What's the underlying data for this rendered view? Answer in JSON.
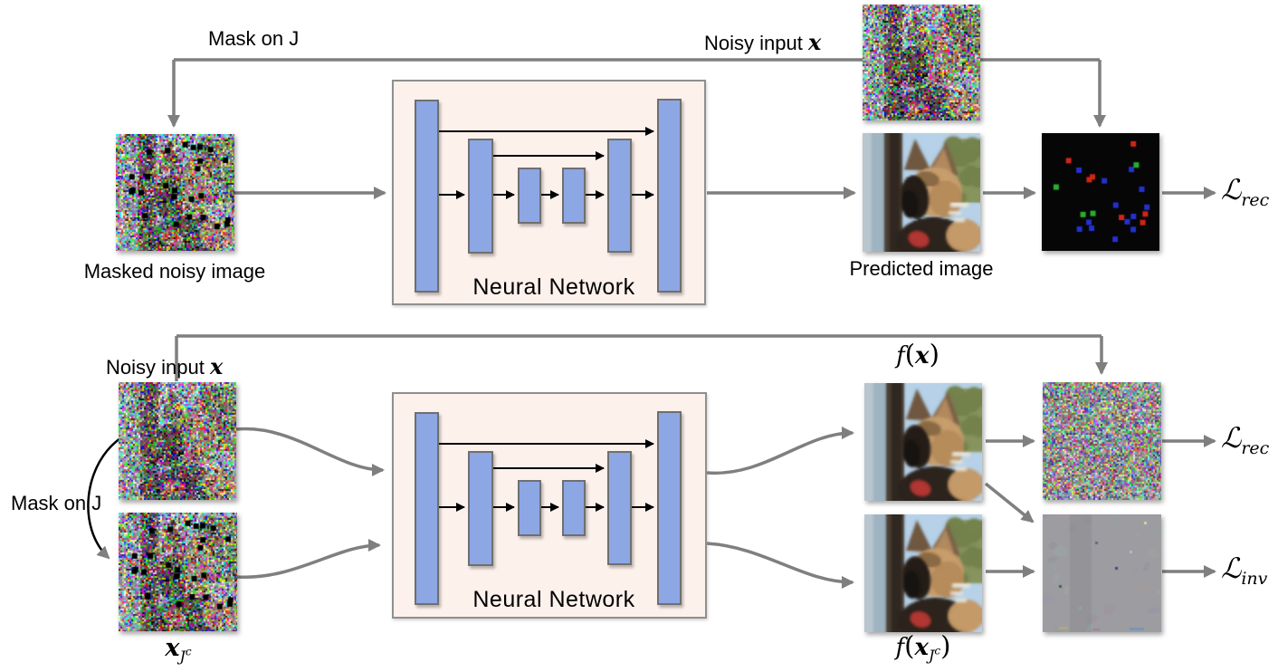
{
  "palette": {
    "background": "#ffffff",
    "arrow_gray": "#7f7f7f",
    "skip_arrow_black": "#000000",
    "bar_fill": "#8da7e4",
    "bar_border": "#6f6f6f",
    "box_fill": "#fdf1ec",
    "box_border": "#8f8f8f",
    "mask_dot_red": "#cf2618",
    "mask_dot_green": "#27ae2f",
    "mask_dot_blue": "#2431cf",
    "text": "#000000"
  },
  "top": {
    "mask_on_j": "Mask on J",
    "noisy_input": {
      "text": "Noisy input",
      "var": "x"
    },
    "masked_caption": "Masked noisy image",
    "network": "Neural Network",
    "predicted_caption": "Predicted image",
    "loss_rec": {
      "sym": "ℒ",
      "sub": "rec"
    }
  },
  "bottom": {
    "noisy_input": {
      "text": "Noisy input",
      "var": "x"
    },
    "mask_on_j": "Mask on J",
    "x_jc": {
      "var": "x",
      "sub": "J",
      "sup": "c"
    },
    "network": "Neural Network",
    "f_x": {
      "f": "f",
      "open": "(",
      "var": "x",
      "close": ")"
    },
    "f_x_jc": {
      "f": "f",
      "open": "(",
      "var": "x",
      "sub": "J",
      "sup": "c",
      "close": ")"
    },
    "loss_rec": {
      "sym": "ℒ",
      "sub": "rec"
    },
    "loss_inv": {
      "sym": "ℒ",
      "sub": "inv"
    }
  }
}
